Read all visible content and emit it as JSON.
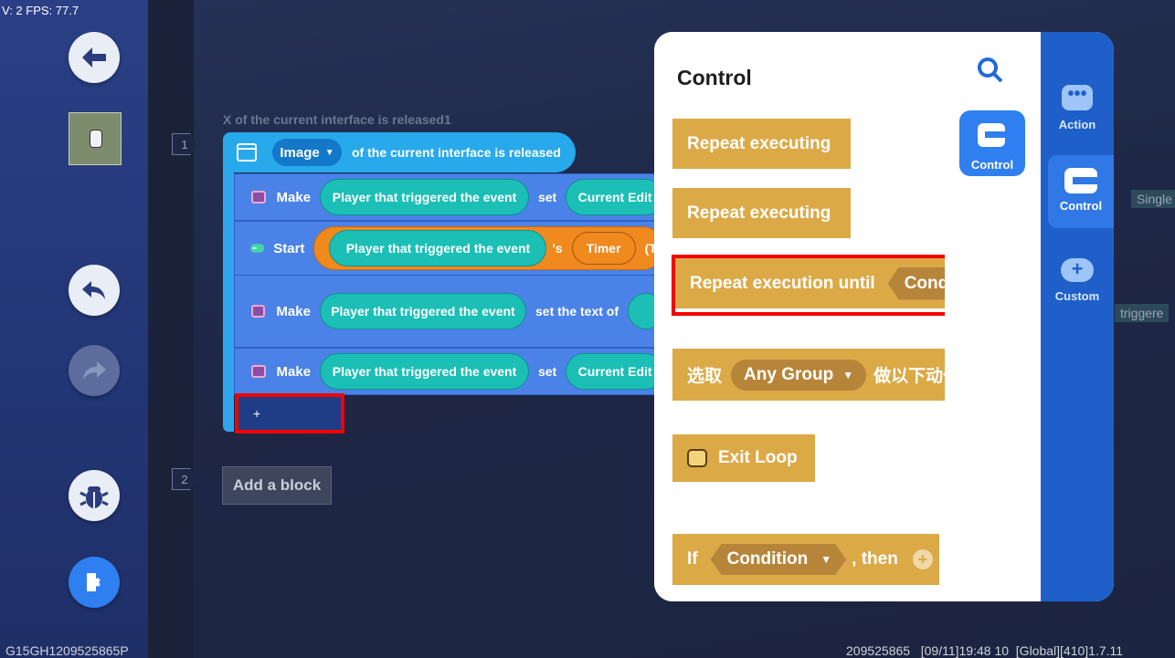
{
  "debug": {
    "fps_label": "V: 2 FPS: 77.7"
  },
  "footer": {
    "left_id": "G15GH1209525865P",
    "right_info": "209525865   [09/11]19:48 10  [Global][410]1.7.11"
  },
  "script": {
    "event_title": "X of the current interface is released1",
    "line_numbers": [
      "1",
      "2"
    ],
    "hat": {
      "dropdown_label": "Image",
      "text": "of the current interface is released"
    },
    "rows": [
      {
        "verb": "Make",
        "pill": "Player that triggered the event",
        "mid": "set",
        "tail": "Current Edit"
      },
      {
        "verb": "Start",
        "pill": "Player that triggered the event",
        "mid": "'s",
        "tail": "Timer",
        "extra": "(T"
      },
      {
        "verb": "Make",
        "pill": "Player that triggered the event",
        "mid": "set the text of"
      },
      {
        "verb": "Make",
        "pill": "Player that triggered the event",
        "mid": "set",
        "tail": "Current Edit"
      }
    ],
    "add_slot_label": "+",
    "add_block_label": "Add a block"
  },
  "panel": {
    "title": "Control",
    "blocks": {
      "repeat1": "Repeat executing",
      "repeat2": "Repeat executing",
      "repeat_until": "Repeat execution until",
      "repeat_until_cond": "Condi",
      "select_prefix": "选取",
      "select_dropdown": "Any Group",
      "select_suffix": "做以下动作",
      "exit_loop": "Exit Loop",
      "if_label": "If",
      "if_condition": "Condition",
      "if_then": ", then"
    },
    "category_selected": "Control",
    "categories": [
      "Action",
      "Control",
      "Custom"
    ]
  },
  "background_ghost": {
    "single": "Single",
    "trigger": "triggere"
  }
}
